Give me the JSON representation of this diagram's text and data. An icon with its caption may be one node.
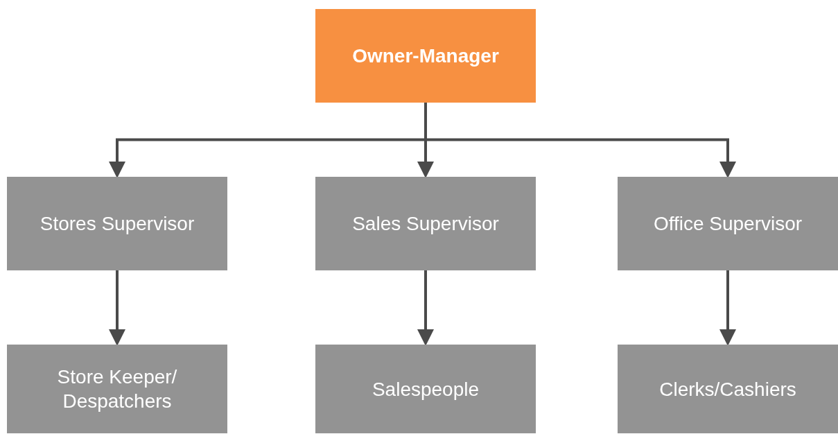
{
  "diagram": {
    "nodes": [
      {
        "text": [
          "Owner-Manager"
        ]
      },
      {
        "text": [
          "Stores Supervisor"
        ]
      },
      {
        "text": [
          "Sales Supervisor"
        ]
      },
      {
        "text": [
          "Office Supervisor"
        ]
      },
      {
        "text": [
          "Store Keeper/ Despatchers"
        ]
      },
      {
        "text": [
          "Salespeople"
        ]
      },
      {
        "text": [
          "Clerks/Cashiers"
        ]
      }
    ],
    "edges": [
      {
        "from": 0,
        "to": 1,
        "arrow": "to"
      },
      {
        "from": 0,
        "to": 2,
        "arrow": "to"
      },
      {
        "from": 0,
        "to": 3,
        "arrow": "to"
      },
      {
        "from": 1,
        "to": 4,
        "arrow": "to"
      },
      {
        "from": 2,
        "to": 5,
        "arrow": "to"
      },
      {
        "from": 3,
        "to": 6,
        "arrow": "to"
      }
    ]
  }
}
